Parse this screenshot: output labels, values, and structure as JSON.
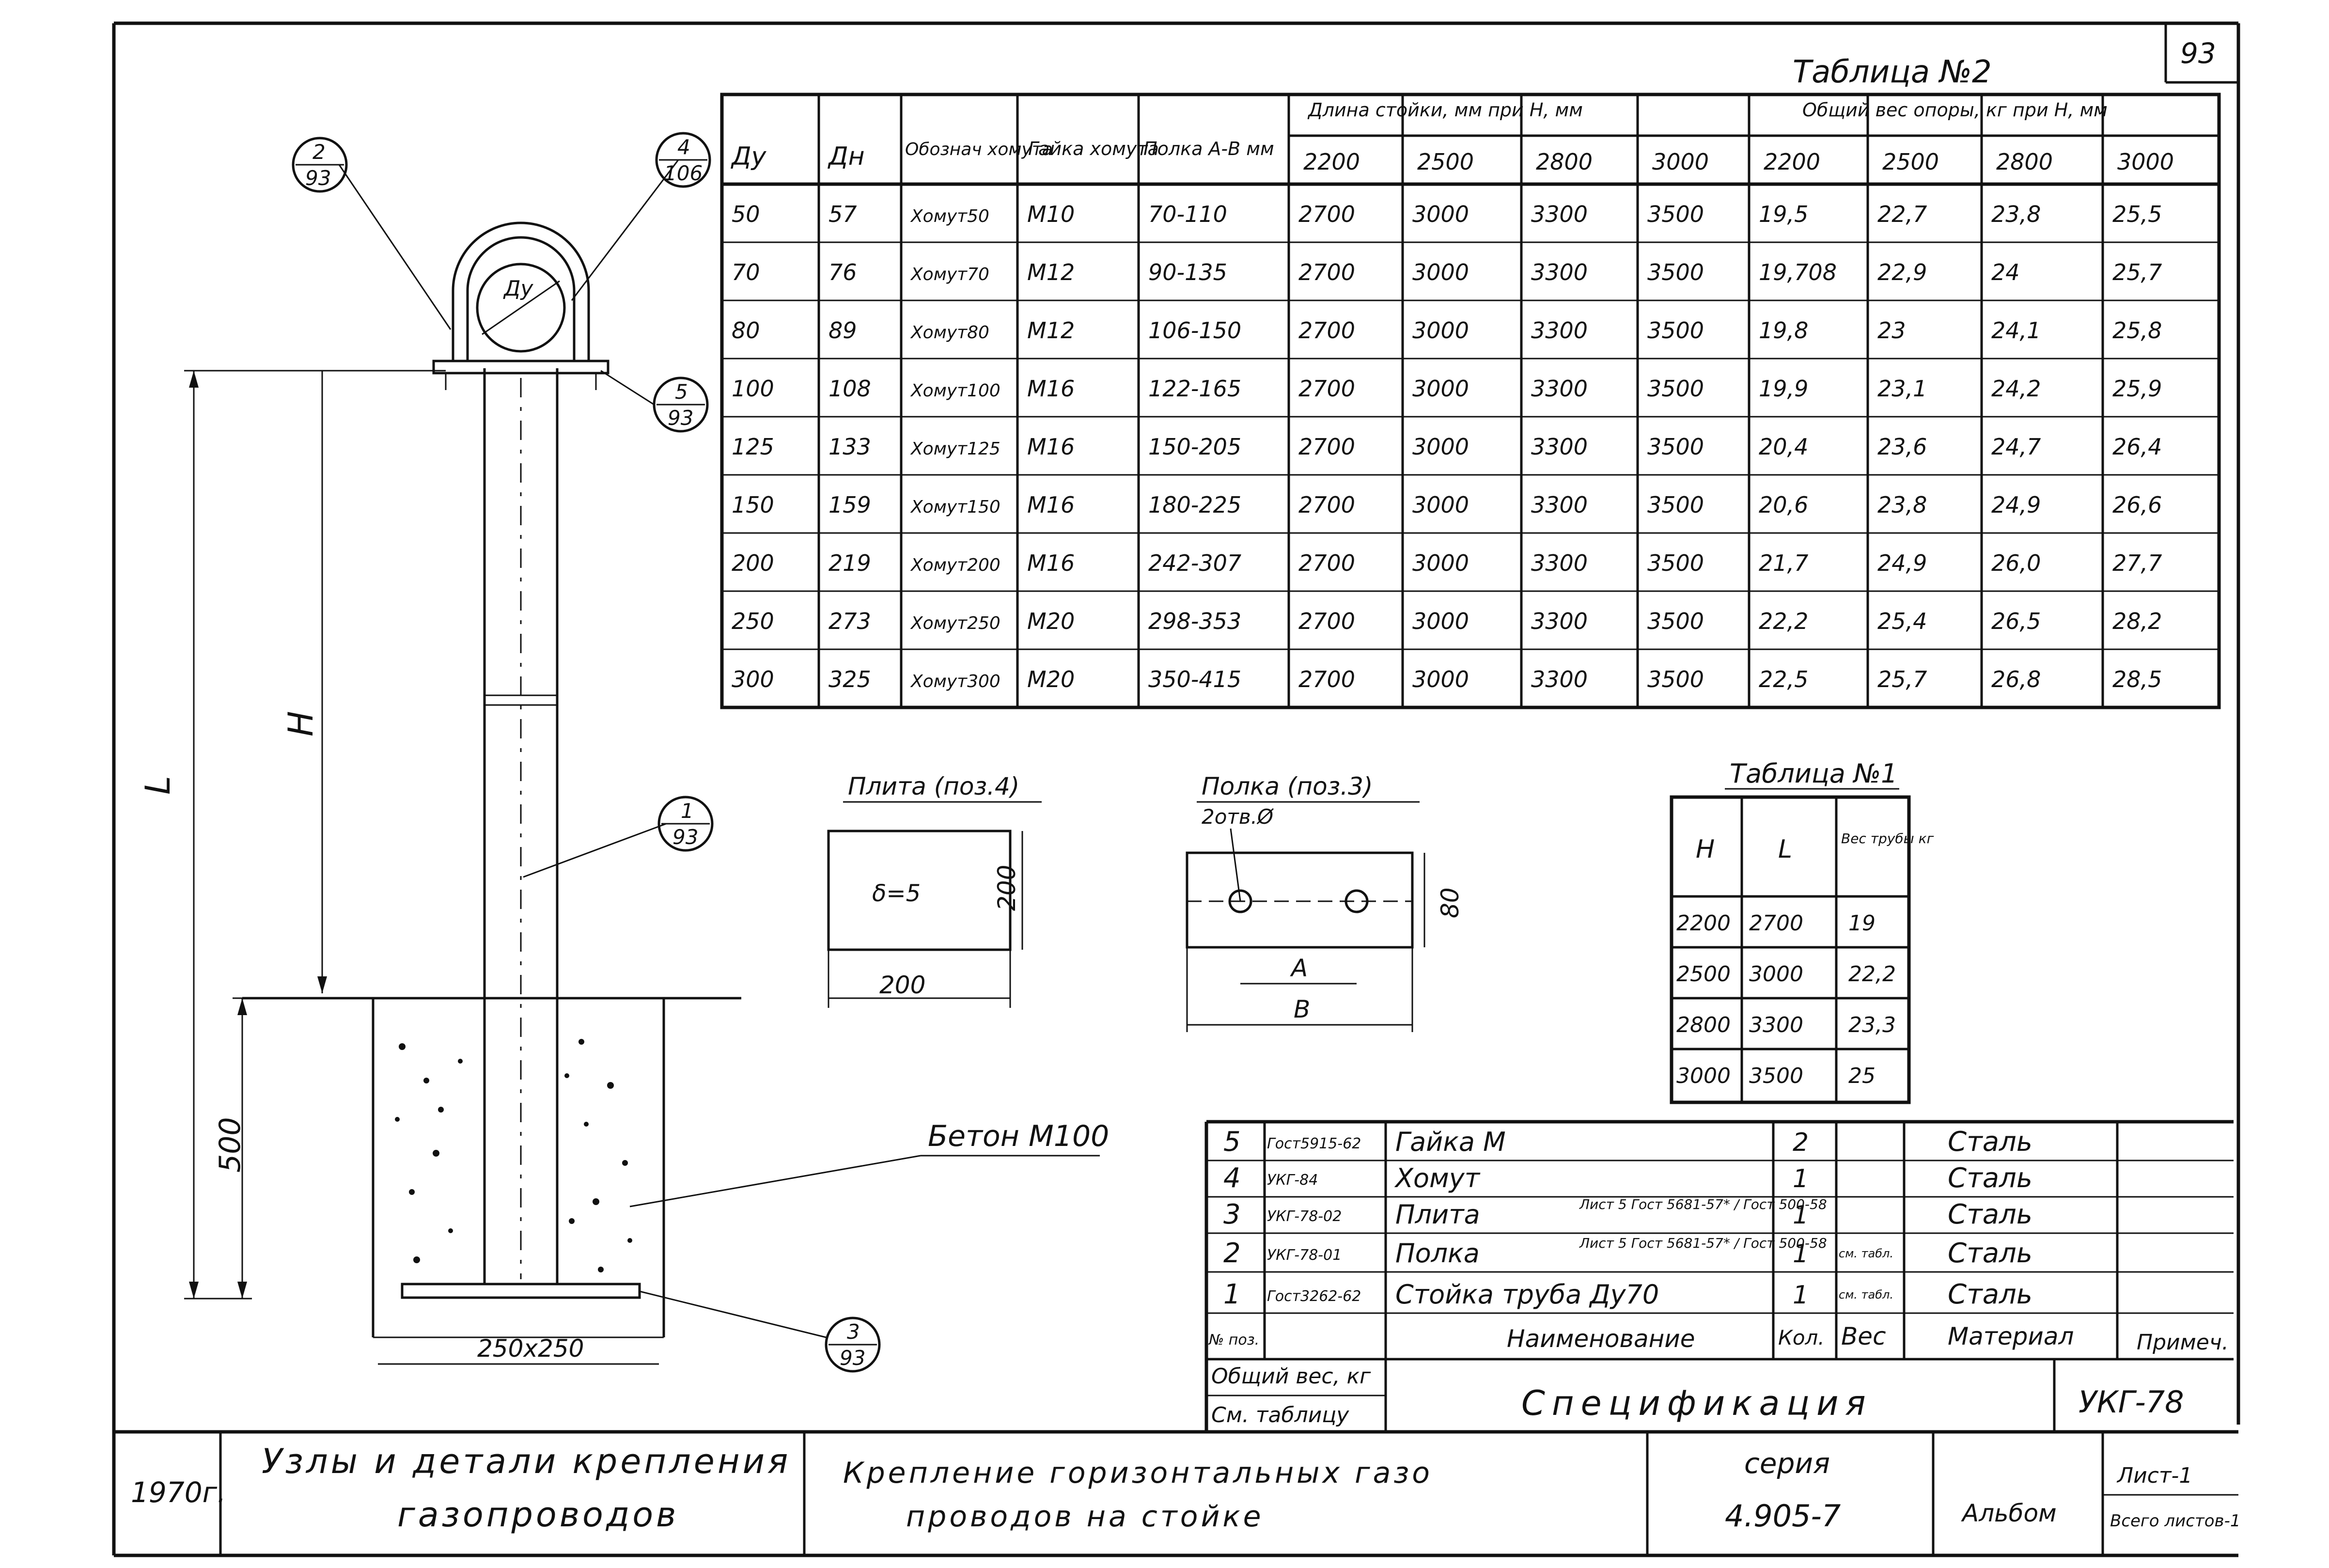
{
  "page_number": "93",
  "main_drawing": {
    "callouts": [
      {
        "top": "2",
        "bottom": "93"
      },
      {
        "top": "4",
        "bottom": "106"
      },
      {
        "top": "5",
        "bottom": "93"
      },
      {
        "top": "1",
        "bottom": "93"
      },
      {
        "top": "3",
        "bottom": "93"
      }
    ],
    "du_label": "Ду",
    "h_label": "Н",
    "l_label": "L",
    "depth_label": "500",
    "concrete_label": "Бетон М100",
    "base_label": "250х250"
  },
  "table2": {
    "title": "Таблица №2",
    "group_length": "Длина стойки, мм при Н, мм",
    "group_weight": "Общий вес опоры, кг при Н, мм",
    "headers": [
      "Ду",
      "Дн",
      "Обознач хомута",
      "Гайка хомута",
      "Полка А-В мм"
    ],
    "h_values": [
      "2200",
      "2500",
      "2800",
      "3000"
    ],
    "rows": [
      [
        "50",
        "57",
        "Хомут50",
        "М10",
        "70-110",
        "2700",
        "3000",
        "3300",
        "3500",
        "19,5",
        "22,7",
        "23,8",
        "25,5"
      ],
      [
        "70",
        "76",
        "Хомут70",
        "М12",
        "90-135",
        "2700",
        "3000",
        "3300",
        "3500",
        "19,708",
        "22,9",
        "24",
        "25,7"
      ],
      [
        "80",
        "89",
        "Хомут80",
        "М12",
        "106-150",
        "2700",
        "3000",
        "3300",
        "3500",
        "19,8",
        "23",
        "24,1",
        "25,8"
      ],
      [
        "100",
        "108",
        "Хомут100",
        "М16",
        "122-165",
        "2700",
        "3000",
        "3300",
        "3500",
        "19,9",
        "23,1",
        "24,2",
        "25,9"
      ],
      [
        "125",
        "133",
        "Хомут125",
        "М16",
        "150-205",
        "2700",
        "3000",
        "3300",
        "3500",
        "20,4",
        "23,6",
        "24,7",
        "26,4"
      ],
      [
        "150",
        "159",
        "Хомут150",
        "М16",
        "180-225",
        "2700",
        "3000",
        "3300",
        "3500",
        "20,6",
        "23,8",
        "24,9",
        "26,6"
      ],
      [
        "200",
        "219",
        "Хомут200",
        "М16",
        "242-307",
        "2700",
        "3000",
        "3300",
        "3500",
        "21,7",
        "24,9",
        "26,0",
        "27,7"
      ],
      [
        "250",
        "273",
        "Хомут250",
        "М20",
        "298-353",
        "2700",
        "3000",
        "3300",
        "3500",
        "22,2",
        "25,4",
        "26,5",
        "28,2"
      ],
      [
        "300",
        "325",
        "Хомут300",
        "М20",
        "350-415",
        "2700",
        "3000",
        "3300",
        "3500",
        "22,5",
        "25,7",
        "26,8",
        "28,5"
      ]
    ]
  },
  "plate_detail": {
    "title": "Плита (поз.4)",
    "thickness": "δ=5",
    "height": "200",
    "width": "200"
  },
  "shelf_detail": {
    "title": "Полка (поз.3)",
    "holes": "2отв.Ø",
    "height": "80",
    "dim_a": "А",
    "dim_b": "В"
  },
  "table1": {
    "title": "Таблица №1",
    "headers": [
      "Н",
      "L",
      "Вес трубы кг"
    ],
    "rows": [
      [
        "2200",
        "2700",
        "19"
      ],
      [
        "2500",
        "3000",
        "22,2"
      ],
      [
        "2800",
        "3300",
        "23,3"
      ],
      [
        "3000",
        "3500",
        "25"
      ]
    ]
  },
  "spec": {
    "rows": [
      {
        "pos": "5",
        "doc": "Гост5915-62",
        "name": "Гайка М",
        "sub": "",
        "qty": "2",
        "weight": "",
        "material": "Сталь"
      },
      {
        "pos": "4",
        "doc": "УКГ-84",
        "name": "Хомут",
        "sub": "",
        "qty": "1",
        "weight": "",
        "material": "Сталь"
      },
      {
        "pos": "3",
        "doc": "УКГ-78-02",
        "name": "Плита",
        "sub": "Лист 5 Гост 5681-57* / Гост 500-58",
        "qty": "1",
        "weight": "",
        "material": "Сталь"
      },
      {
        "pos": "2",
        "doc": "УКГ-78-01",
        "name": "Полка",
        "sub": "Лист 5 Гост 5681-57* / Гост 500-58",
        "qty": "1",
        "weight": "см. табл.",
        "material": "Сталь"
      },
      {
        "pos": "1",
        "doc": "Гост3262-62",
        "name": "Стойка труба Ду70",
        "sub": "",
        "qty": "1",
        "weight": "см. табл.",
        "material": "Сталь"
      }
    ],
    "header": {
      "pos": "№ поз.",
      "name": "Наименование",
      "qty": "Кол.",
      "weight": "Вес",
      "material": "Материал",
      "note": "Примеч."
    },
    "total_weight_label": "Общий вес, кг",
    "see_table_label": "См. таблицу",
    "spec_title": "Спецификация",
    "doc_code": "УКГ-78"
  },
  "title_block": {
    "year": "1970г.",
    "title_line1": "Узлы и детали крепления",
    "title_line2": "газопроводов",
    "subject_line1": "Крепление горизонтальных газо",
    "subject_line2": "проводов на стойке",
    "series_label": "серия",
    "series_value": "4.905-7",
    "album": "Альбом",
    "sheet": "Лист-1",
    "sheets_total": "Всего листов-1"
  }
}
